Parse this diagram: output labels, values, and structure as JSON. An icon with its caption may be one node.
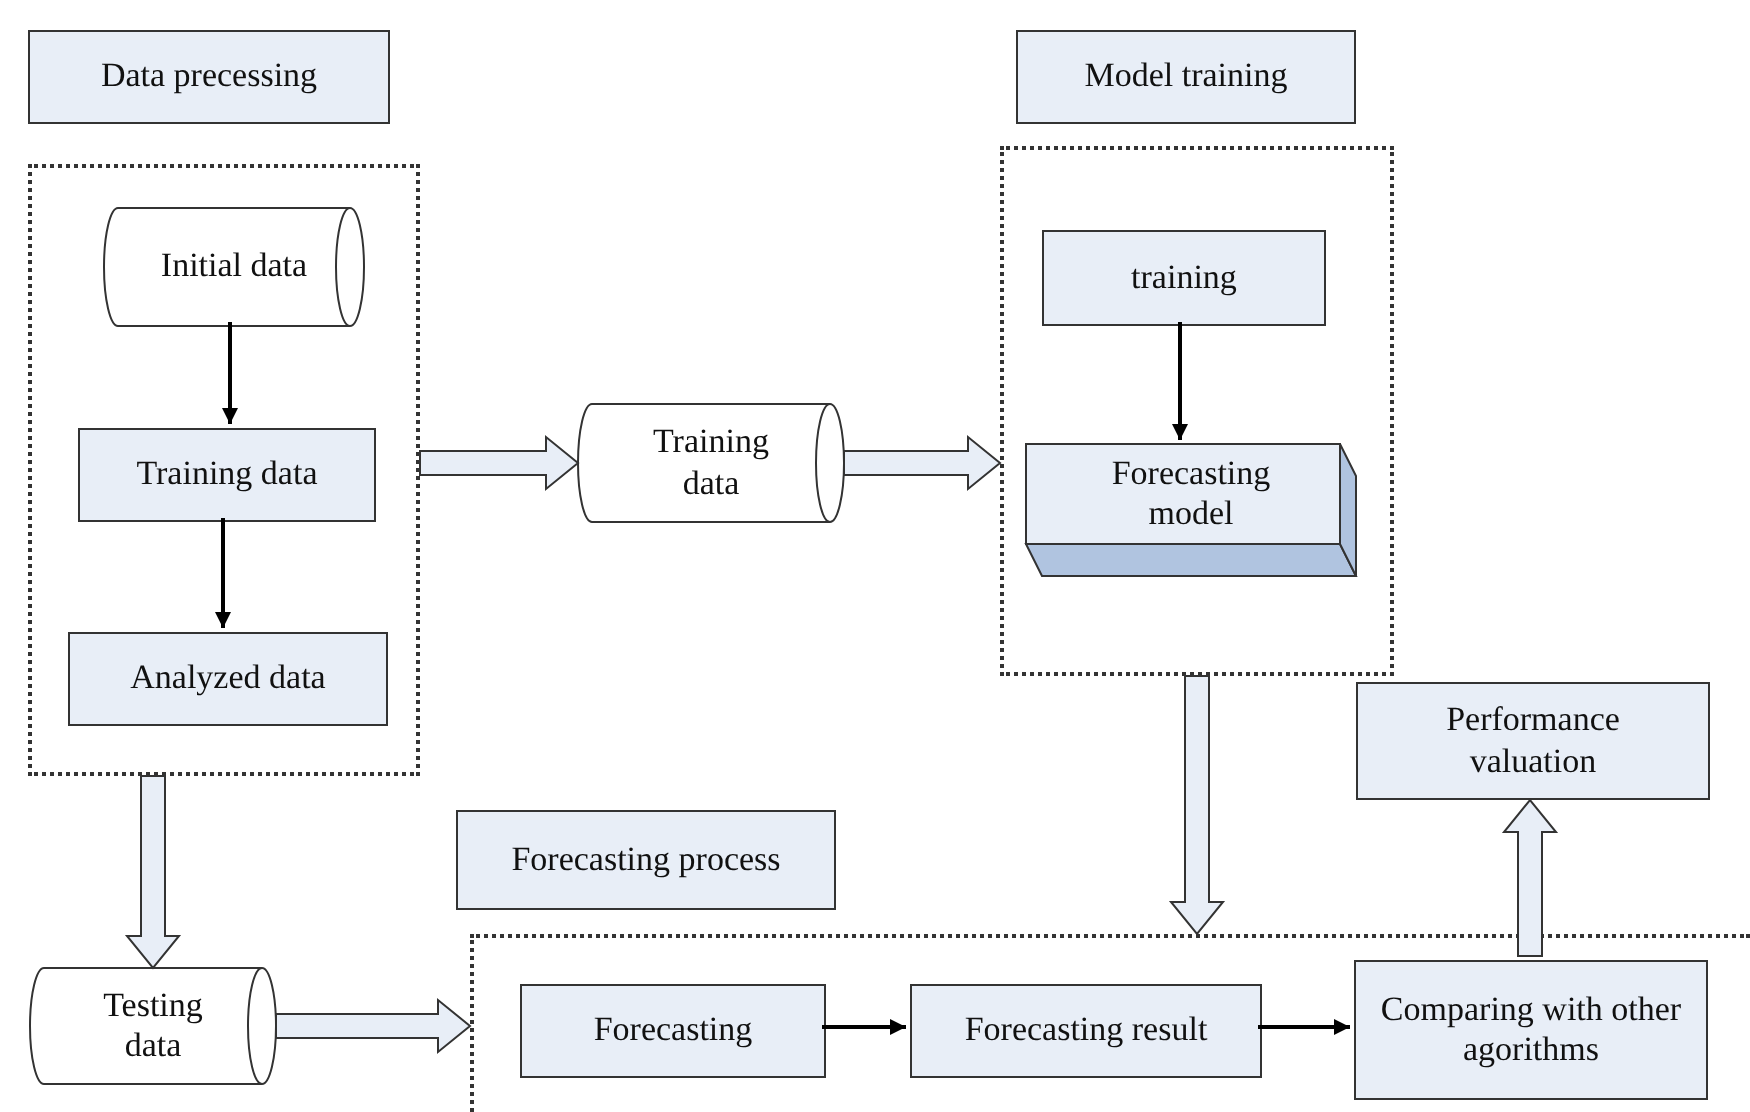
{
  "diagram": {
    "nodes": [
      {
        "text": [
          "Data precessing"
        ]
      },
      {
        "text": [],
        "shape": "box"
      },
      {
        "text": [
          "Initial data"
        ],
        "in": 1
      },
      {
        "text": [
          "Training data"
        ],
        "in": 1
      },
      {
        "text": [
          "Analyzed data"
        ],
        "in": 1
      },
      {
        "text": [
          "Model training"
        ]
      },
      {
        "text": [],
        "shape": "box"
      },
      {
        "text": [
          "training"
        ],
        "in": 6
      },
      {
        "text": [
          "Forecasting model"
        ],
        "in": 6
      },
      {
        "text": [
          "Training data"
        ]
      },
      {
        "text": [
          "Performance valuation"
        ]
      },
      {
        "text": [
          "Forecasting process"
        ]
      },
      {
        "text": [],
        "shape": "box"
      },
      {
        "text": [
          "Testing data"
        ]
      },
      {
        "text": [
          "Forecasting"
        ],
        "in": 12
      },
      {
        "text": [
          "Forecasting result"
        ],
        "in": 12
      },
      {
        "text": [
          "Comparing with other agorithms"
        ],
        "in": 12
      }
    ],
    "edges": [
      {
        "from": 2,
        "to": 3,
        "arrow": "to"
      },
      {
        "from": 3,
        "to": 4,
        "arrow": "to"
      },
      {
        "from": 7,
        "to": 8,
        "arrow": "to"
      },
      {
        "from": 14,
        "to": 15,
        "arrow": "to"
      },
      {
        "from": 15,
        "to": 16,
        "arrow": "to"
      },
      {
        "from": 1,
        "to": 9,
        "arrow": "to",
        "style": "thick"
      },
      {
        "from": 9,
        "to": 6,
        "arrow": "to",
        "style": "thick"
      },
      {
        "from": 6,
        "to": 12,
        "arrow": "to",
        "style": "thick"
      },
      {
        "from": 1,
        "to": 13,
        "arrow": "to",
        "style": "thick"
      },
      {
        "from": 13,
        "to": 12,
        "arrow": "to",
        "style": "thick"
      },
      {
        "from": 16,
        "to": 10,
        "arrow": "to",
        "style": "thick"
      }
    ]
  }
}
